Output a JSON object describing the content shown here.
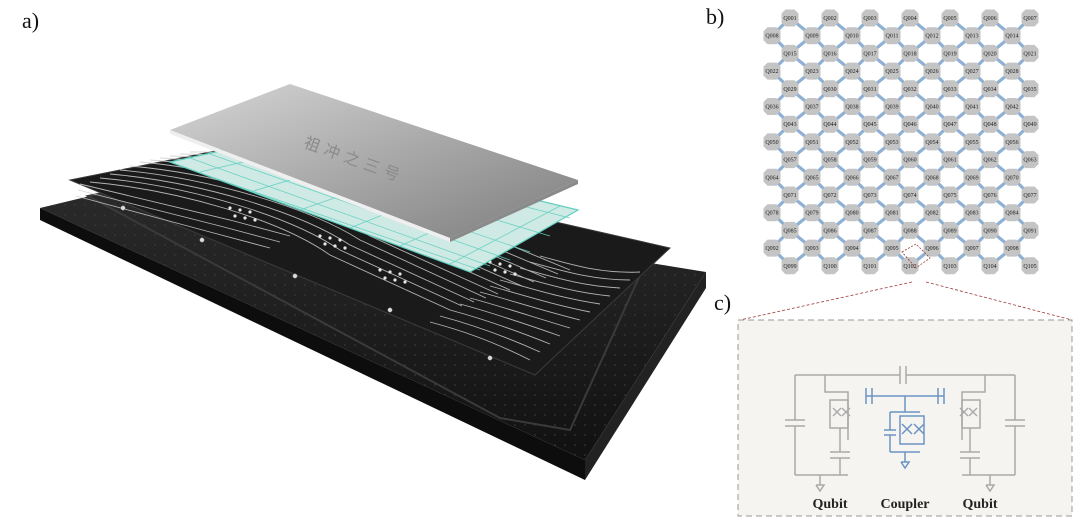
{
  "panels": {
    "a": "a)",
    "b": "b)",
    "c": "c)"
  },
  "chip": {
    "lid_text": "祖 冲 之 三 号"
  },
  "lattice": {
    "qubits": [
      "Q001",
      "Q002",
      "Q003",
      "Q004",
      "Q005",
      "Q006",
      "Q007",
      "Q008",
      "Q009",
      "Q010",
      "Q011",
      "Q012",
      "Q013",
      "Q014",
      "Q015",
      "Q016",
      "Q017",
      "Q018",
      "Q019",
      "Q020",
      "Q021",
      "Q022",
      "Q023",
      "Q024",
      "Q025",
      "Q026",
      "Q027",
      "Q028",
      "Q029",
      "Q030",
      "Q031",
      "Q032",
      "Q033",
      "Q034",
      "Q035",
      "Q036",
      "Q037",
      "Q038",
      "Q039",
      "Q040",
      "Q041",
      "Q042",
      "Q043",
      "Q044",
      "Q045",
      "Q046",
      "Q047",
      "Q048",
      "Q049",
      "Q050",
      "Q051",
      "Q052",
      "Q053",
      "Q054",
      "Q055",
      "Q056",
      "Q057",
      "Q058",
      "Q059",
      "Q060",
      "Q061",
      "Q062",
      "Q063",
      "Q064",
      "Q065",
      "Q066",
      "Q067",
      "Q068",
      "Q069",
      "Q070",
      "Q071",
      "Q072",
      "Q073",
      "Q074",
      "Q075",
      "Q076",
      "Q077",
      "Q078",
      "Q079",
      "Q080",
      "Q081",
      "Q082",
      "Q083",
      "Q084",
      "Q085",
      "Q086",
      "Q087",
      "Q088",
      "Q089",
      "Q090",
      "Q091",
      "Q092",
      "Q093",
      "Q094",
      "Q095",
      "Q096",
      "Q097",
      "Q098",
      "Q099",
      "Q100",
      "Q101",
      "Q102",
      "Q103",
      "Q104",
      "Q105"
    ]
  },
  "circuit": {
    "left_label": "Qubit",
    "center_label": "Coupler",
    "right_label": "Qubit"
  },
  "colors": {
    "lattice_node": "#c4c4c4",
    "lattice_edge": "#8eb0d4",
    "coupler": "#6b93c4",
    "circuit_wire": "#a9a9a9",
    "circuit_bg": "#f6f4f1",
    "chip_dark": "#1c1c1c",
    "chip_grid": "#5fd0c0"
  }
}
